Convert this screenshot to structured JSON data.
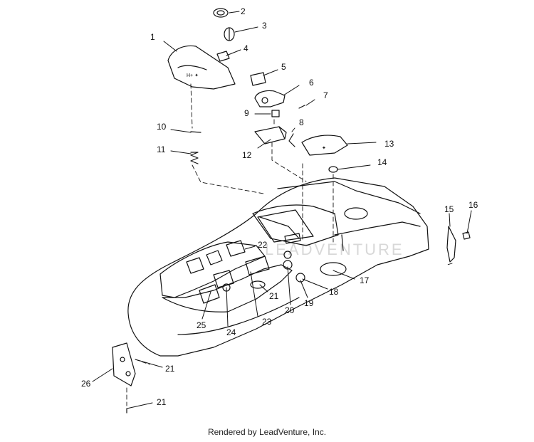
{
  "callouts": [
    "1",
    "2",
    "3",
    "4",
    "5",
    "6",
    "7",
    "8",
    "9",
    "10",
    "11",
    "12",
    "13",
    "14",
    "15",
    "16",
    "17",
    "18",
    "19",
    "20",
    "21",
    "22",
    "23",
    "24",
    "25",
    "26"
  ],
  "footer": "Rendered by LeadVenture, Inc.",
  "watermark": "LEADVENTURE"
}
